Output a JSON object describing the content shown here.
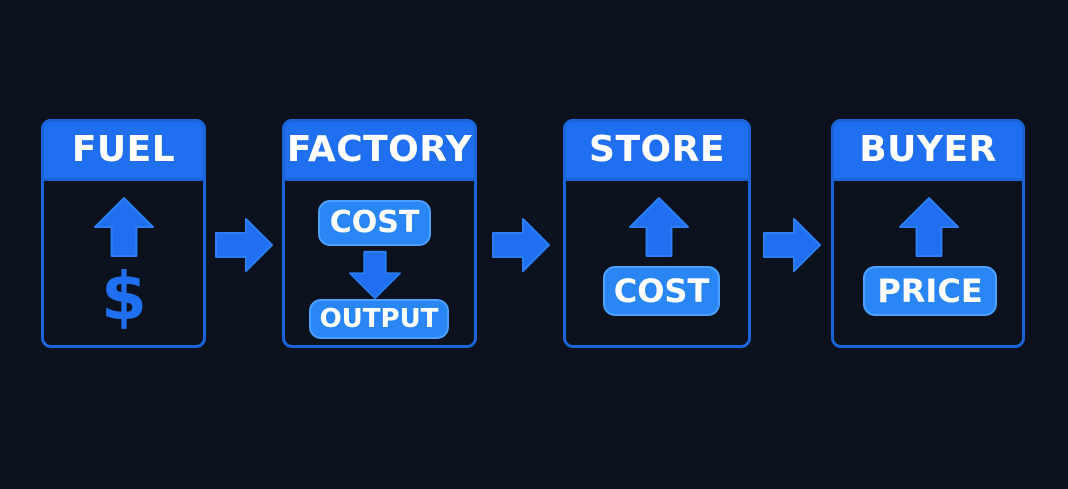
{
  "stages": [
    {
      "title": "FUEL",
      "icons": [
        "arrow-up-icon",
        "dollar-icon"
      ],
      "dollar_symbol": "$"
    },
    {
      "title": "FACTORY",
      "top_label": "COST",
      "bottom_label": "OUTPUT",
      "icons": [
        "arrow-down-icon"
      ]
    },
    {
      "title": "STORE",
      "label": "COST",
      "icons": [
        "arrow-up-icon"
      ]
    },
    {
      "title": "BUYER",
      "label": "PRICE",
      "icons": [
        "arrow-up-icon"
      ]
    }
  ],
  "connectors": [
    "arrow-right-icon",
    "arrow-right-icon",
    "arrow-right-icon"
  ],
  "colors": {
    "background": "#0b121e",
    "header": "#1f6ff0",
    "border": "#1b64d8",
    "pill": "#2b86f5",
    "pill_border": "#4da0ff",
    "text": "#ffffff"
  }
}
